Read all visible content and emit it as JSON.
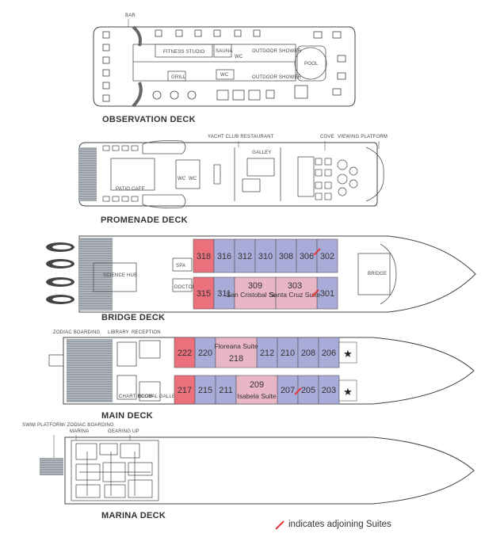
{
  "colors": {
    "standard_suite": "#a9abd9",
    "premium_suite": "#e9b6c6",
    "accessible_suite": "#ec6f7c",
    "adjoining_mark": "#e03a3a"
  },
  "decks": {
    "observation": {
      "title": "OBSERVATION DECK",
      "labels": [
        "BAR",
        "FITNESS STUDIO",
        "SAUNA",
        "WC",
        "OUTDOOR SHOWER",
        "GRILL",
        "WC",
        "OUTDOOR SHOWER",
        "POOL"
      ]
    },
    "promenade": {
      "title": "PROMENADE DECK",
      "labels": [
        "YACHT CLUB RESTAURANT",
        "COVE",
        "VIEWING PLATFORM",
        "GALLEY",
        "PATIO CAFE",
        "WC",
        "WC"
      ]
    },
    "bridge": {
      "title": "BRIDGE DECK",
      "labels": [
        "SCIENCE HUB",
        "SPA",
        "DOCTOR",
        "BRIDGE"
      ],
      "top_rooms": [
        "318",
        "316",
        "312",
        "310",
        "308",
        "306",
        "302"
      ],
      "bottom_rooms": [
        "315",
        "311",
        "301"
      ],
      "suites": [
        {
          "number": "309",
          "name": "San Cristobal Suite"
        },
        {
          "number": "303",
          "name": "Santa Cruz Suite"
        }
      ]
    },
    "main": {
      "title": "MAIN DECK",
      "labels": [
        "ZODIAC BOARDING",
        "LIBRARY",
        "RECEPTION",
        "CHART ROOM",
        "GLOBAL GALLERY"
      ],
      "top_rooms": [
        "222",
        "220",
        "212",
        "210",
        "208",
        "206"
      ],
      "bottom_rooms": [
        "217",
        "215",
        "211",
        "207",
        "205",
        "203"
      ],
      "suites": [
        {
          "name": "Floreana Suite",
          "number": "218"
        },
        {
          "number": "209",
          "name": "Isabela Suite"
        }
      ],
      "star": "★"
    },
    "marina": {
      "title": "MARINA DECK",
      "labels": [
        "SWIM PLATFORM/ ZODIAC BOARDING",
        "MARINA",
        "GEARING UP"
      ]
    }
  },
  "legend": {
    "text": "indicates adjoining Suites"
  }
}
